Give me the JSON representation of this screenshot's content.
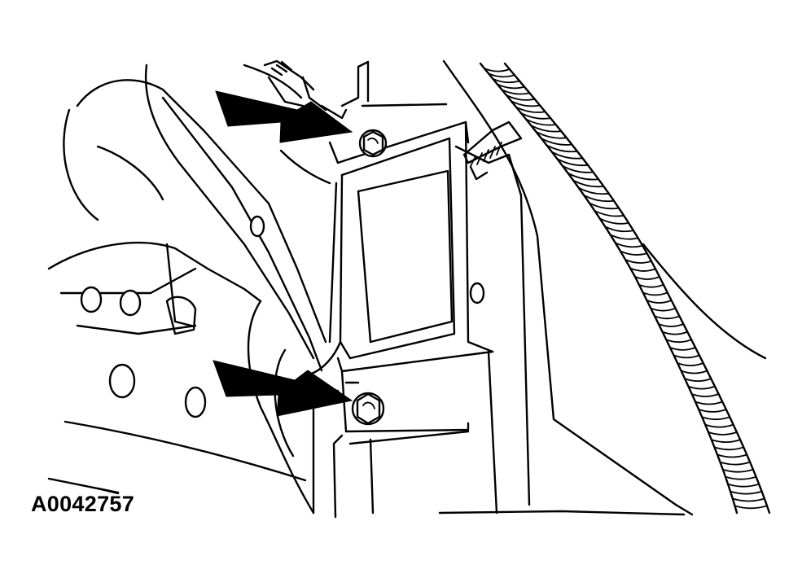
{
  "figure": {
    "id_label": "A0042757",
    "callouts": [
      {
        "name": "upper-bolt-arrow",
        "points_to": "upper-bolt"
      },
      {
        "name": "lower-bolt-arrow",
        "points_to": "lower-bolt"
      }
    ],
    "colors": {
      "line": "#000000",
      "background": "#ffffff"
    }
  }
}
